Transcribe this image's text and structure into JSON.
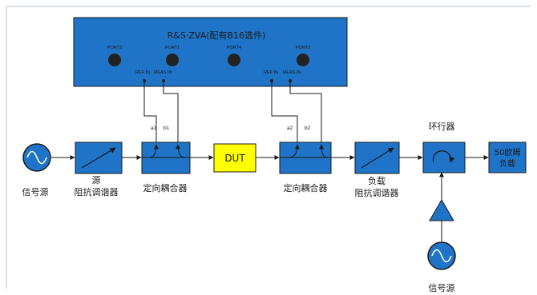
{
  "colors": {
    "instrument_fill": "#1f74c7",
    "block_fill": "#1f74c7",
    "dut_fill": "#ffff00",
    "line": "#1a1a1a",
    "frame": "#b7c3cc"
  },
  "instrument": {
    "title": "R&S·ZVA(配有B16选件)",
    "ports": [
      "PORT3",
      "PORT1",
      "PORT4",
      "PORT2"
    ],
    "ref_in_left": "REF IN",
    "meas_in_left": "MEAS IN",
    "ref_in_right": "REF IN",
    "meas_in_right": "MEAS IN"
  },
  "coupler_taps": {
    "a1": "a1",
    "b1": "b1",
    "a2": "a2",
    "b2": "b2"
  },
  "blocks": {
    "dut": "DUT",
    "load_50": [
      "50欧姆",
      "负载"
    ]
  },
  "labels": {
    "signal_source_left": "信号源",
    "source_tuner_line1": "源",
    "source_tuner_line2": "阻抗调谐器",
    "coupler_left": "定向耦合器",
    "coupler_right": "定向耦合器",
    "load_tuner_line1": "负载",
    "load_tuner_line2": "阻抗调谐器",
    "circulator": "环行器",
    "signal_source_bottom": "信号源"
  },
  "icons": {
    "source": "sine-wave-icon",
    "tuner": "diagonal-arrow-icon",
    "coupler": "coupler-arrows-icon",
    "circulator": "curved-arrow-icon",
    "amplifier": "triangle-amplifier-icon"
  }
}
